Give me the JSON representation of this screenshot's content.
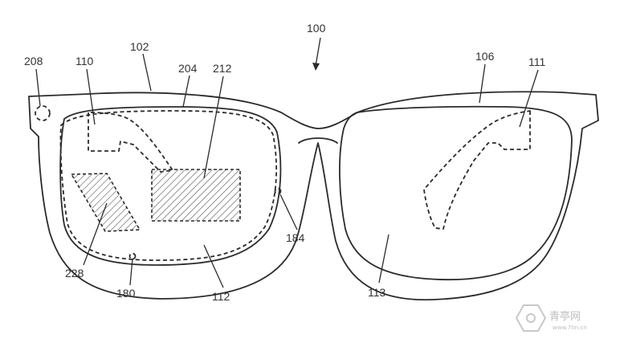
{
  "labels": {
    "l100": "100",
    "l102": "102",
    "l106": "106",
    "l110": "110",
    "l111": "111",
    "l112": "112",
    "l113": "113",
    "l180": "180",
    "l184": "184",
    "l204": "204",
    "l208": "208",
    "l212": "212",
    "l228": "228"
  },
  "watermark": {
    "text": "青亭网",
    "sub": "www.7tin.cn"
  },
  "colors": {
    "line": "#2b2b2b",
    "text": "#333333",
    "watermark": "#bdbdbd"
  }
}
